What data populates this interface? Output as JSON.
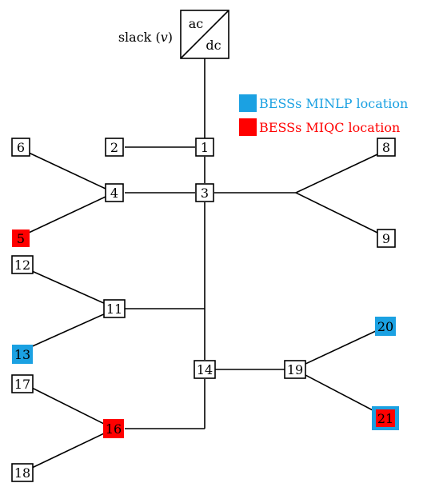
{
  "converter": {
    "top_label": "ac",
    "bottom_label": "dc"
  },
  "slack": {
    "label_prefix": "slack (",
    "variable": "v",
    "label_suffix": ")"
  },
  "legend": {
    "minlp": {
      "label": "BESSs MINLP location",
      "color": "#1ba1e2"
    },
    "miqc": {
      "label": "BESSs MIQC location",
      "color": "#ff0000"
    }
  },
  "nodes": {
    "n1": {
      "label": "1",
      "bess": "none"
    },
    "n2": {
      "label": "2",
      "bess": "none"
    },
    "n3": {
      "label": "3",
      "bess": "none"
    },
    "n4": {
      "label": "4",
      "bess": "none"
    },
    "n5": {
      "label": "5",
      "bess": "miqc"
    },
    "n6": {
      "label": "6",
      "bess": "none"
    },
    "n8": {
      "label": "8",
      "bess": "none"
    },
    "n9": {
      "label": "9",
      "bess": "none"
    },
    "n11": {
      "label": "11",
      "bess": "none"
    },
    "n12": {
      "label": "12",
      "bess": "none"
    },
    "n13": {
      "label": "13",
      "bess": "minlp"
    },
    "n14": {
      "label": "14",
      "bess": "none"
    },
    "n16": {
      "label": "16",
      "bess": "miqc"
    },
    "n17": {
      "label": "17",
      "bess": "none"
    },
    "n18": {
      "label": "18",
      "bess": "none"
    },
    "n19": {
      "label": "19",
      "bess": "none"
    },
    "n20": {
      "label": "20",
      "bess": "minlp"
    },
    "n21": {
      "label": "21",
      "bess": "both"
    }
  }
}
